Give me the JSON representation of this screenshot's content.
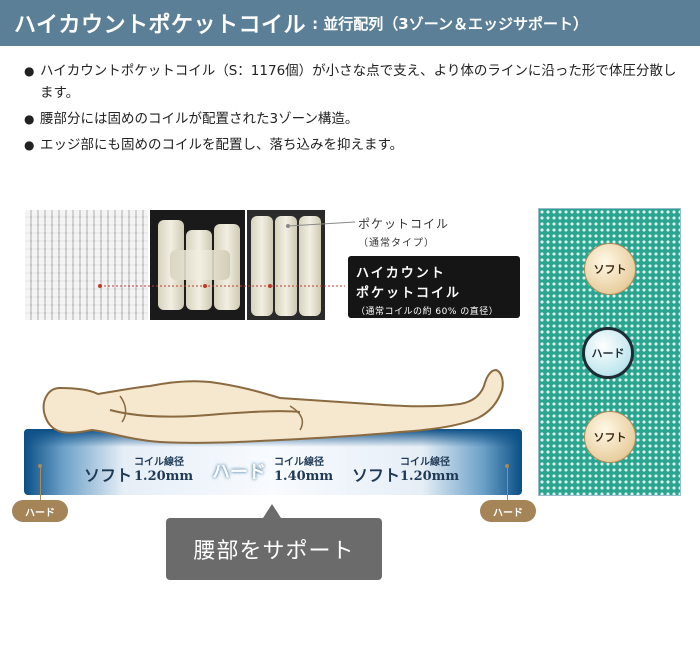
{
  "header": {
    "title": "ハイカウントポケットコイル",
    "subtitle": ": 並行配列（3ゾーン＆エッジサポート）",
    "bg_color": "#5a7f96"
  },
  "bullets": [
    "ハイカウントポケットコイル（S：1176個）が小さな点で支え、より体のラインに沿った形で体圧分散します。",
    "腰部分には固めのコイルが配置された3ゾーン構造。",
    "エッジ部にも固めのコイルを配置し、落ち込みを抑えます。"
  ],
  "coil_diagram": {
    "pocket_label": "ポケットコイル",
    "pocket_sub": "（通常タイプ）",
    "hc_line1": "ハイカウント",
    "hc_line2": "ポケットコイル",
    "hc_line3": "（通常コイルの約 60% の直径）"
  },
  "zone_panel": {
    "top": "ソフト",
    "middle": "ハード",
    "bottom": "ソフト",
    "color": "#2aa58f"
  },
  "mattress": {
    "left_word": "ソフト",
    "left_key": "コイル線径",
    "left_value": "1.20mm",
    "center_word": "ハード",
    "center_key": "コイル線径",
    "center_value": "1.40mm",
    "right_word": "ソフト",
    "right_key": "コイル線径",
    "right_value": "1.20mm",
    "edge_left": "ハード",
    "edge_right": "ハード"
  },
  "callout": {
    "text": "腰部をサポート",
    "color": "#6b6b6b"
  }
}
